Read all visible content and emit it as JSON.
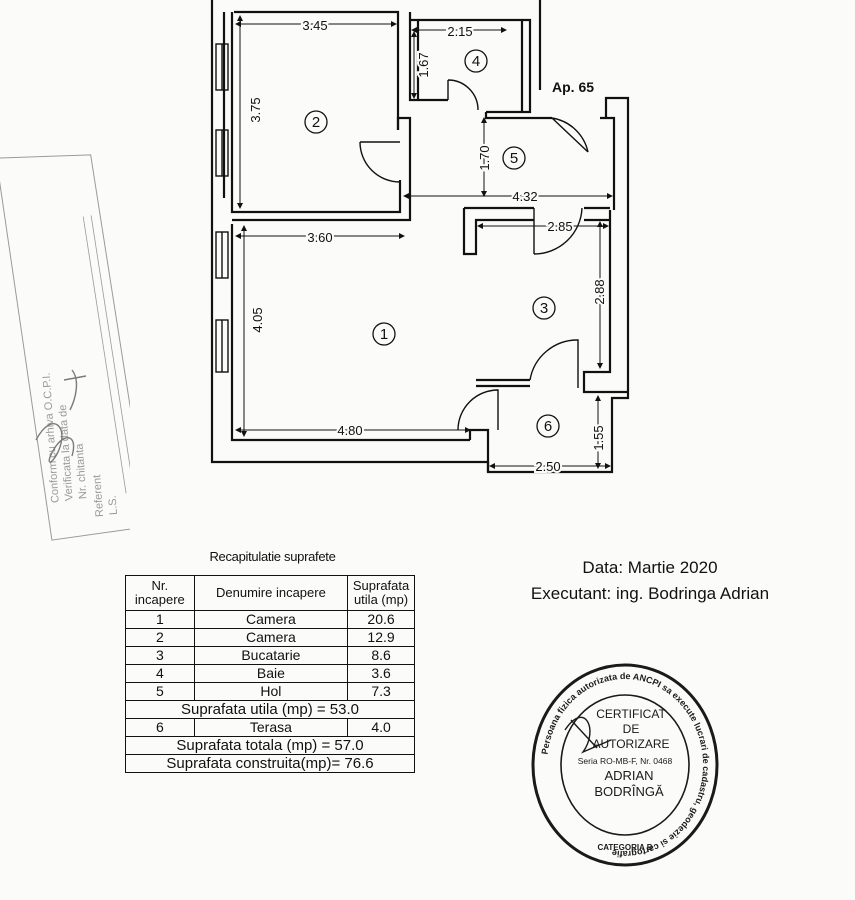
{
  "plan": {
    "apartment_label": "Ap. 65",
    "rooms": [
      {
        "number": "1"
      },
      {
        "number": "2"
      },
      {
        "number": "3"
      },
      {
        "number": "4"
      },
      {
        "number": "5"
      },
      {
        "number": "6"
      }
    ],
    "dimensions": {
      "d_345": "3.45",
      "d_215": "2.15",
      "d_167": "1.67",
      "d_375": "3.75",
      "d_170": "1.70",
      "d_432": "4.32",
      "d_360": "3.60",
      "d_285": "2.85",
      "d_405": "4.05",
      "d_288": "2.88",
      "d_480": "4.80",
      "d_155": "1.55",
      "d_250": "2.50"
    }
  },
  "recap": {
    "caption": "Recapitulatie suprafete",
    "headers": [
      "Nr. incapere",
      "Denumire incapere",
      "Suprafata utila (mp)"
    ],
    "rows": [
      {
        "nr": "1",
        "name": "Camera",
        "area": "20.6"
      },
      {
        "nr": "2",
        "name": "Camera",
        "area": "12.9"
      },
      {
        "nr": "3",
        "name": "Bucatarie",
        "area": "8.6"
      },
      {
        "nr": "4",
        "name": "Baie",
        "area": "3.6"
      },
      {
        "nr": "5",
        "name": "Hol",
        "area": "7.3"
      }
    ],
    "subtotal_util": "Suprafata utila (mp) = 53.0",
    "terrace_row": {
      "nr": "6",
      "name": "Terasa",
      "area": "4.0"
    },
    "total": "Suprafata totala (mp) = 57.0",
    "built": "Suprafata construita(mp)= 76.6"
  },
  "info": {
    "date": "Data: Martie 2020",
    "executant": "Executant: ing. Bodringa  Adrian"
  },
  "stamp": {
    "ring_text": "Persoana fizica autorizata de ANCPI sa execute lucrari de cadastru, geodezie si cartografie",
    "title_1": "CERTIFICAT",
    "title_2": "DE",
    "title_3": "AUTORIZARE",
    "series": "Seria RO-MB-F, Nr. 0468",
    "name_1": "ADRIAN",
    "name_2": "BODRÎNGĂ",
    "category": "CATEGORIA B"
  },
  "certification": {
    "lines": [
      "Conform cu arhiva O.C.P.I.",
      "Verificata la data de",
      "Nr. chitanta",
      "Referent",
      "L.S."
    ]
  },
  "colors": {
    "ink": "#111111",
    "stamp": "#1a1a1a",
    "faint": "#9a9a9a"
  }
}
